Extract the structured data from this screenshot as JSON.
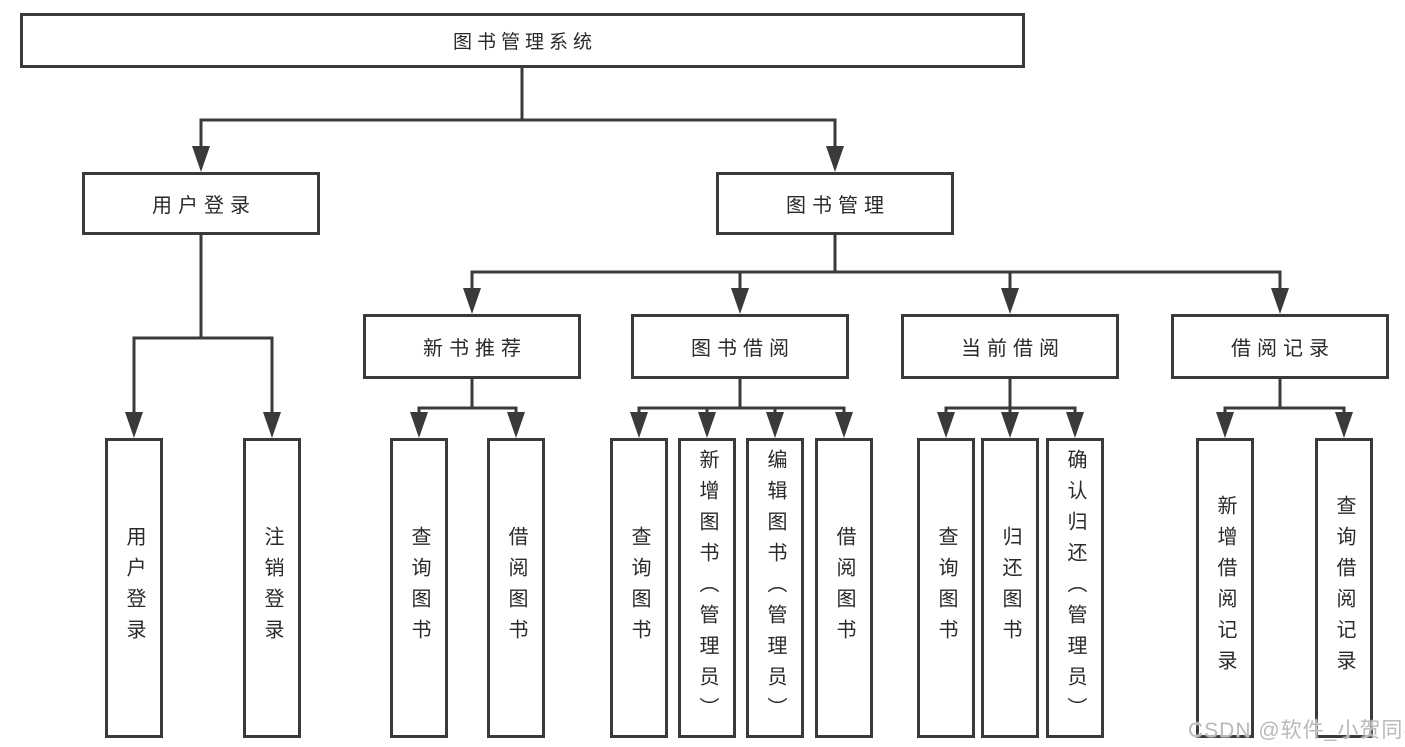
{
  "tree": {
    "root": {
      "label": "图书管理系统"
    },
    "branches": [
      {
        "label": "用户登录",
        "children": [
          {
            "label": "用户登录"
          },
          {
            "label": "注销登录"
          }
        ]
      },
      {
        "label": "图书管理",
        "groups": [
          {
            "label": "新书推荐",
            "children": [
              {
                "label": "查询图书"
              },
              {
                "label": "借阅图书"
              }
            ]
          },
          {
            "label": "图书借阅",
            "children": [
              {
                "label": "查询图书"
              },
              {
                "label": "新增图书（管理员）"
              },
              {
                "label": "编辑图书（管理员）"
              },
              {
                "label": "借阅图书"
              }
            ]
          },
          {
            "label": "当前借阅",
            "children": [
              {
                "label": "查询图书"
              },
              {
                "label": "归还图书"
              },
              {
                "label": "确认归还（管理员）"
              }
            ]
          },
          {
            "label": "借阅记录",
            "children": [
              {
                "label": "新增借阅记录"
              },
              {
                "label": "查询借阅记录"
              }
            ]
          }
        ]
      }
    ]
  },
  "watermark": {
    "text": "CSDN @软件_小贺同学"
  },
  "colors": {
    "line": "#3a3a3a",
    "text": "#2a2a2a",
    "background": "#ffffff",
    "watermark": "#b9b9b9"
  }
}
